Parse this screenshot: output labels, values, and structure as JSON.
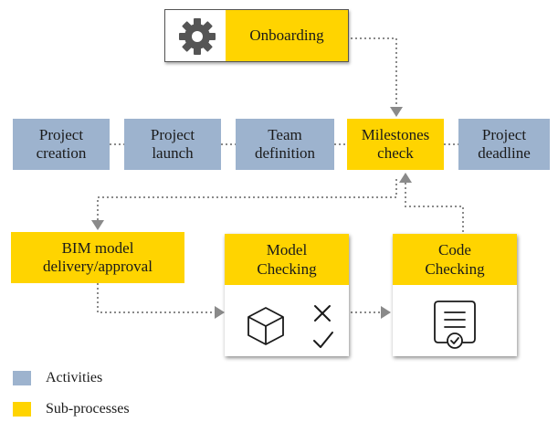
{
  "onboarding": {
    "label": "Onboarding",
    "icon": "gear-icon"
  },
  "main_flow": [
    {
      "id": "project-creation",
      "label": [
        "Project",
        "creation"
      ],
      "kind": "activity"
    },
    {
      "id": "project-launch",
      "label": [
        "Project",
        "launch"
      ],
      "kind": "activity"
    },
    {
      "id": "team-definition",
      "label": [
        "Team",
        "definition"
      ],
      "kind": "activity"
    },
    {
      "id": "milestones-check",
      "label": [
        "Milestones",
        "check"
      ],
      "kind": "sub-process"
    },
    {
      "id": "project-deadline",
      "label": [
        "Project",
        "deadline"
      ],
      "kind": "activity"
    }
  ],
  "sub_processes": {
    "bim_delivery": {
      "label": [
        "BIM model",
        "delivery/approval"
      ]
    },
    "model_checking": {
      "label": [
        "Model",
        "Checking"
      ],
      "icons": [
        "cube-icon",
        "cross-icon",
        "check-icon"
      ]
    },
    "code_checking": {
      "label": [
        "Code",
        "Checking"
      ],
      "icons": [
        "certificate-icon"
      ]
    }
  },
  "legend": [
    {
      "label": "Activities",
      "color": "#9db3ce"
    },
    {
      "label": "Sub-processes",
      "color": "#ffd400"
    }
  ],
  "colors": {
    "activity": "#9db3ce",
    "sub_process": "#ffd400",
    "connector": "#8a8a8a"
  }
}
